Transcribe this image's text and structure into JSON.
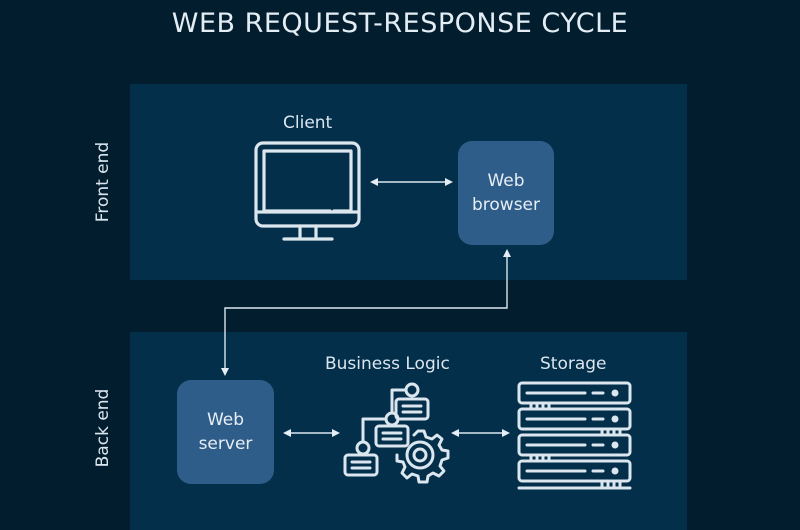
{
  "title": "WEB REQUEST-RESPONSE CYCLE",
  "colors": {
    "background": "#021d2e",
    "panel": "#032f4a",
    "node": "#2f5d89",
    "line": "#dbe6ee"
  },
  "sections": {
    "front_end": {
      "label": "Front end",
      "client_caption": "Client",
      "client_icon": "desktop-monitor-icon",
      "browser": {
        "line1": "Web",
        "line2": "browser"
      }
    },
    "back_end": {
      "label": "Back end",
      "server": {
        "line1": "Web",
        "line2": "server"
      },
      "business_logic_caption": "Business Logic",
      "business_logic_icon": "flowchart-gear-icon",
      "storage_caption": "Storage",
      "storage_icon": "server-rack-icon"
    }
  },
  "connections": [
    {
      "from": "Client",
      "to": "Web browser",
      "type": "bidirectional"
    },
    {
      "from": "Web browser",
      "to": "Web server",
      "type": "bidirectional-elbow"
    },
    {
      "from": "Web server",
      "to": "Business Logic",
      "type": "bidirectional"
    },
    {
      "from": "Business Logic",
      "to": "Storage",
      "type": "bidirectional"
    }
  ]
}
